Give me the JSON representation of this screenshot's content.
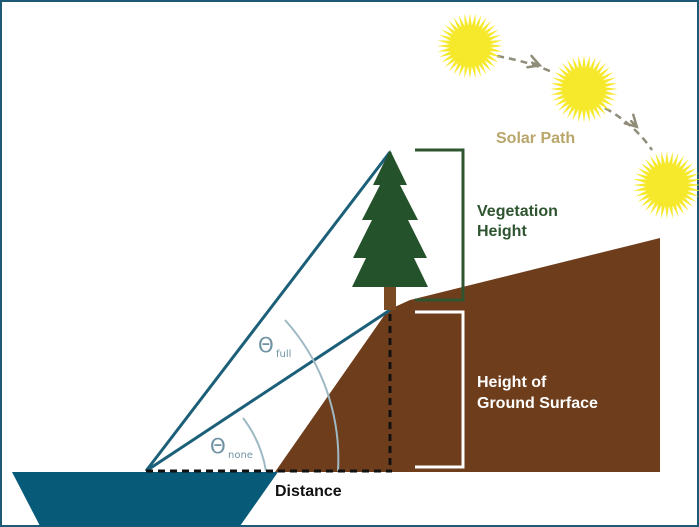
{
  "labels": {
    "solar_path": "Solar Path",
    "vegetation_height_line1": "Vegetation",
    "vegetation_height_line2": "Height",
    "ground_height_line1": "Height of",
    "ground_height_line2": "Ground Surface",
    "distance": "Distance",
    "theta_symbol": "Θ",
    "theta_full_sub": "full",
    "theta_none_sub": "none"
  },
  "colors": {
    "frame": "#1d5a73",
    "water": "#075a78",
    "ground": "#6e3d1c",
    "tree_foliage": "#24522a",
    "tree_trunk": "#7a4a22",
    "sight_lines": "#1b5f78",
    "angle_arc": "#9fb9c4",
    "vegetation_bracket": "#2e5530",
    "ground_bracket": "#ffffff",
    "sun": "#f6e92c",
    "solar_path_text": "#b9a66a",
    "solar_path_dash": "#8f8c79",
    "label_text_green": "#2e5530",
    "label_text_white": "#ffffff",
    "distance_text": "#111111"
  },
  "icons": {
    "sun": "sun-icon",
    "tree": "tree-icon",
    "solar_path_arrow": "solar-path-arrow-icon"
  }
}
